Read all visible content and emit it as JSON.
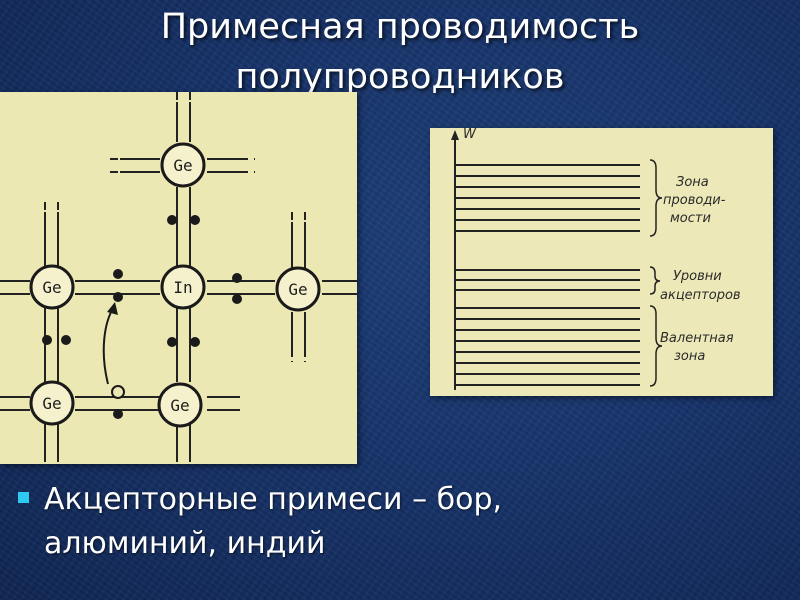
{
  "slide": {
    "title_line1": "Примесная проводимость",
    "title_line2": "полупроводников",
    "bullet_line1": "Акцепторные примеси – бор,",
    "bullet_line2": "алюминий,  индий"
  },
  "lattice": {
    "atoms": [
      "Ge",
      "Ge",
      "In",
      "Ge",
      "Ge",
      "Ge"
    ]
  },
  "band_diagram": {
    "axis_label": "W",
    "conduction_label": [
      "Зона",
      "проводи-",
      "мости"
    ],
    "acceptor_label": [
      "Уровни",
      "акцепторов"
    ],
    "valence_label": [
      "Валентная",
      "зона"
    ]
  },
  "colors": {
    "background": "#17336a",
    "paper": "#ece8b4",
    "bullet": "#2ec9f0"
  }
}
